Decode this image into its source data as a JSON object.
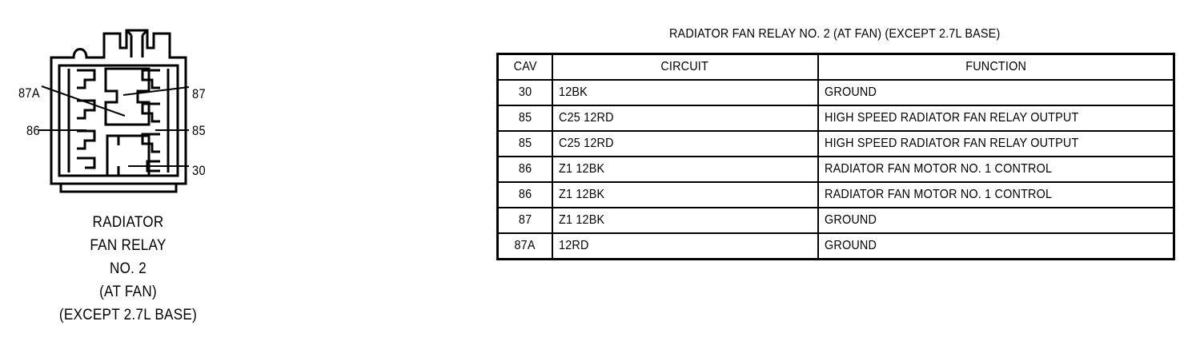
{
  "connector": {
    "pin_labels": {
      "left": [
        {
          "id": "87A",
          "text": "87A"
        },
        {
          "id": "86",
          "text": "86"
        }
      ],
      "right": [
        {
          "id": "87",
          "text": "87"
        },
        {
          "id": "85",
          "text": "85"
        },
        {
          "id": "30",
          "text": "30"
        }
      ]
    },
    "caption_lines": [
      "RADIATOR",
      "FAN RELAY",
      "NO. 2",
      "(AT FAN)",
      "(EXCEPT 2.7L BASE)"
    ]
  },
  "table": {
    "title": "RADIATOR FAN RELAY NO. 2 (AT FAN) (EXCEPT 2.7L BASE)",
    "columns": [
      "CAV",
      "CIRCUIT",
      "FUNCTION"
    ],
    "rows": [
      {
        "cav": "30",
        "circuit": "12BK",
        "function": "GROUND"
      },
      {
        "cav": "85",
        "circuit": "C25 12RD",
        "function": "HIGH SPEED RADIATOR FAN RELAY OUTPUT"
      },
      {
        "cav": "85",
        "circuit": "C25 12RD",
        "function": "HIGH SPEED RADIATOR FAN RELAY OUTPUT"
      },
      {
        "cav": "86",
        "circuit": "Z1 12BK",
        "function": "RADIATOR FAN MOTOR NO. 1 CONTROL"
      },
      {
        "cav": "86",
        "circuit": "Z1 12BK",
        "function": "RADIATOR FAN MOTOR NO. 1 CONTROL"
      },
      {
        "cav": "87",
        "circuit": "Z1 12BK",
        "function": "GROUND"
      },
      {
        "cav": "87A",
        "circuit": "12RD",
        "function": "GROUND"
      }
    ]
  },
  "colors": {
    "ink": "#000000",
    "background": "#ffffff"
  }
}
